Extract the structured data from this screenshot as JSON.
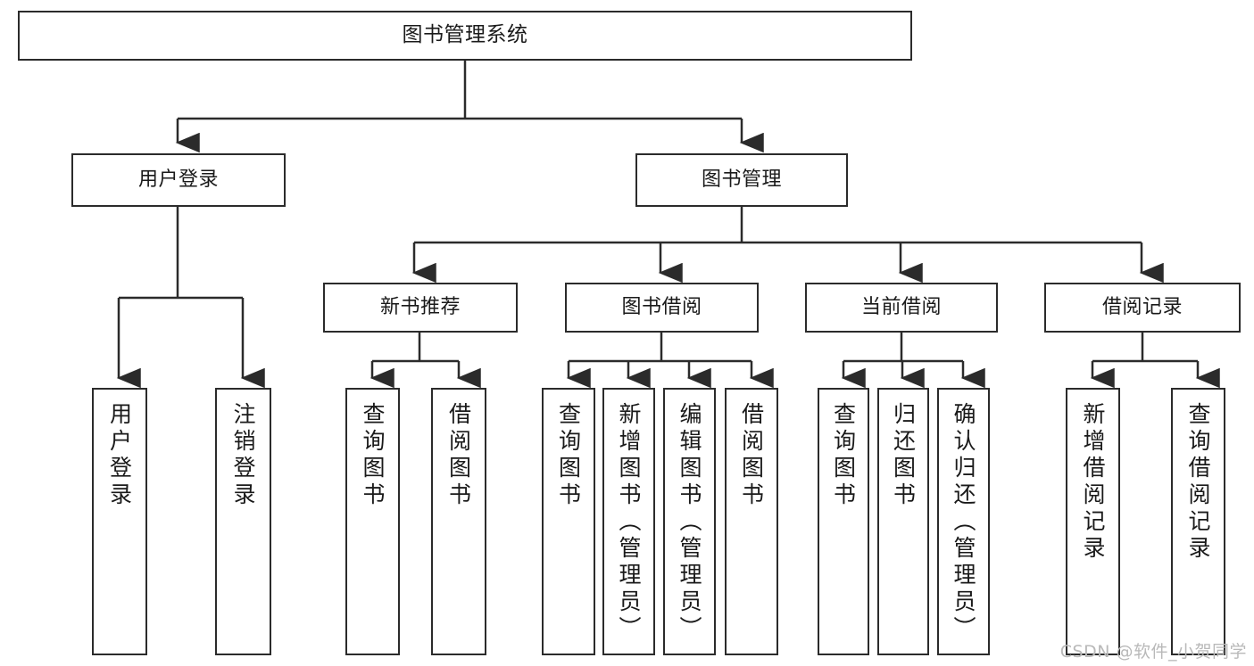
{
  "diagram": {
    "title": "图书管理系统",
    "type": "tree-hierarchy",
    "root": {
      "id": "root",
      "label": "图书管理系统",
      "orientation": "horizontal"
    },
    "level1": [
      {
        "id": "user-login",
        "label": "用户登录",
        "orientation": "horizontal"
      },
      {
        "id": "book-management",
        "label": "图书管理",
        "orientation": "horizontal"
      }
    ],
    "level2": [
      {
        "id": "new-book-recommend",
        "label": "新书推荐",
        "orientation": "horizontal",
        "parent": "book-management"
      },
      {
        "id": "book-borrow",
        "label": "图书借阅",
        "orientation": "horizontal",
        "parent": "book-management"
      },
      {
        "id": "current-borrow",
        "label": "当前借阅",
        "orientation": "horizontal",
        "parent": "book-management"
      },
      {
        "id": "borrow-record",
        "label": "借阅记录",
        "orientation": "horizontal",
        "parent": "book-management"
      }
    ],
    "leaves": [
      {
        "id": "leaf-user-login",
        "label": "用户登录",
        "parent": "user-login"
      },
      {
        "id": "leaf-user-logout",
        "label": "注销登录",
        "parent": "user-login"
      },
      {
        "id": "leaf-query-book-1",
        "label": "查询图书",
        "parent": "new-book-recommend"
      },
      {
        "id": "leaf-borrow-book-1",
        "label": "借阅图书",
        "parent": "new-book-recommend"
      },
      {
        "id": "leaf-query-book-2",
        "label": "查询图书",
        "parent": "book-borrow"
      },
      {
        "id": "leaf-add-book",
        "label": "新增图书（管理员）",
        "parent": "book-borrow"
      },
      {
        "id": "leaf-edit-book",
        "label": "编辑图书（管理员）",
        "parent": "book-borrow"
      },
      {
        "id": "leaf-borrow-book-2",
        "label": "借阅图书",
        "parent": "book-borrow"
      },
      {
        "id": "leaf-query-book-3",
        "label": "查询图书",
        "parent": "current-borrow"
      },
      {
        "id": "leaf-return-book",
        "label": "归还图书",
        "parent": "current-borrow"
      },
      {
        "id": "leaf-confirm-return",
        "label": "确认归还（管理员）",
        "parent": "current-borrow"
      },
      {
        "id": "leaf-add-record",
        "label": "新增借阅记录",
        "parent": "borrow-record"
      },
      {
        "id": "leaf-query-record",
        "label": "查询借阅记录",
        "parent": "borrow-record"
      }
    ],
    "colors": {
      "stroke": "#2b2b2b",
      "fill": "#ffffff",
      "text": "#1a1a1a",
      "watermark": "#b9b9b9"
    }
  },
  "watermark": {
    "text": "CSDN @软件_小贺同学"
  }
}
